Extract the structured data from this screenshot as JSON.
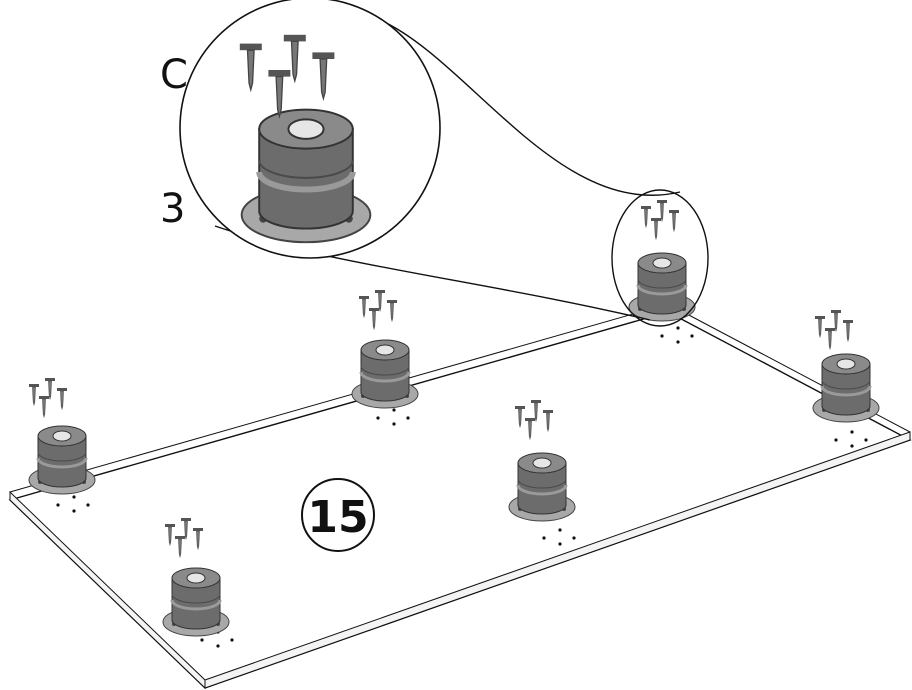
{
  "diagram": {
    "step_number": "15",
    "part_labels": {
      "screw": "C",
      "foot": "3"
    }
  },
  "colors": {
    "line": "#111111",
    "part_dark": "#5a5a5a",
    "part_mid": "#7c7c7c",
    "part_light": "#a8a8a8",
    "background": "#ffffff"
  }
}
